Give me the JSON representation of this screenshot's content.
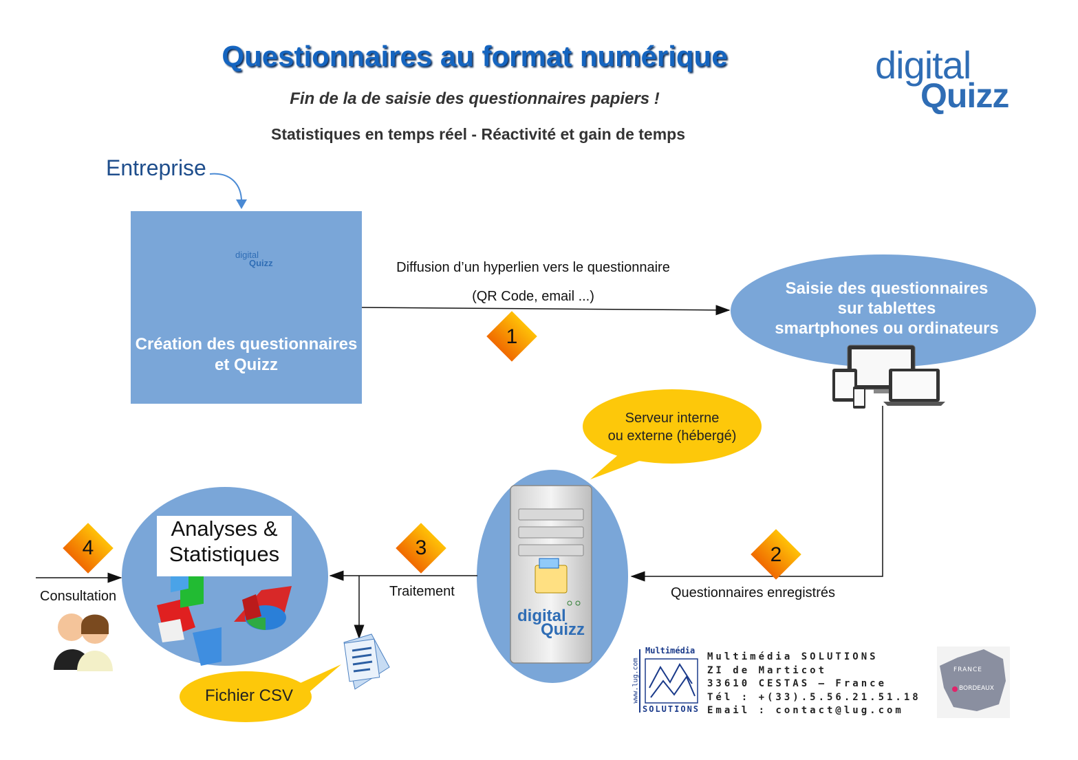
{
  "header": {
    "title": "Questionnaires au format numérique",
    "subtitle": "Fin de la de saisie des questionnaires papiers !",
    "tagline": "Statistiques en temps réel - Réactivité et gain de temps"
  },
  "logo": {
    "line1": "digital",
    "line2": "Quizz"
  },
  "entreprise_label": "Entreprise",
  "create_box": {
    "label": "Création des questionnaires et Quizz",
    "monitor_logo_line1": "digital",
    "monitor_logo_line2": "Quizz"
  },
  "arrow1": {
    "line1": "Diffusion d’un hyperlien vers le questionnaire",
    "line2": "(QR Code, email ...)",
    "step": "1"
  },
  "entry_ellipse": {
    "line1": "Saisie des questionnaires",
    "line2": "sur tablettes",
    "line3": "smartphones ou ordinateurs"
  },
  "server_bubble": {
    "line1": "Serveur interne",
    "line2": "ou externe (hébergé)"
  },
  "server": {
    "logo_line1": "digital",
    "logo_line2": "Quizz"
  },
  "arrow2": {
    "label": "Questionnaires enregistrés",
    "step": "2"
  },
  "arrow3": {
    "label": "Traitement",
    "step": "3"
  },
  "analyses": {
    "line1": "Analyses &",
    "line2": "Statistiques"
  },
  "arrow4": {
    "label": "Consultation",
    "step": "4"
  },
  "csv": {
    "label": "Fichier CSV"
  },
  "company": {
    "logo_top": "Multimédia",
    "logo_side": "www.lug.com",
    "logo_bottom": "SOLUTIONS",
    "lines": [
      "Multimédia SOLUTIONS",
      "ZI de Marticot",
      "33610 CESTAS – France",
      "Tél : +(33).5.56.21.51.18",
      "Email : contact@lug.com"
    ]
  },
  "map": {
    "country": "FRANCE",
    "city": "BORDEAUX"
  },
  "colors": {
    "title": "#1565c0",
    "box": "#7aa6d8",
    "bubble": "#fdc80a",
    "diamond_top": "#ffb300",
    "diamond_bottom": "#f57c00"
  }
}
